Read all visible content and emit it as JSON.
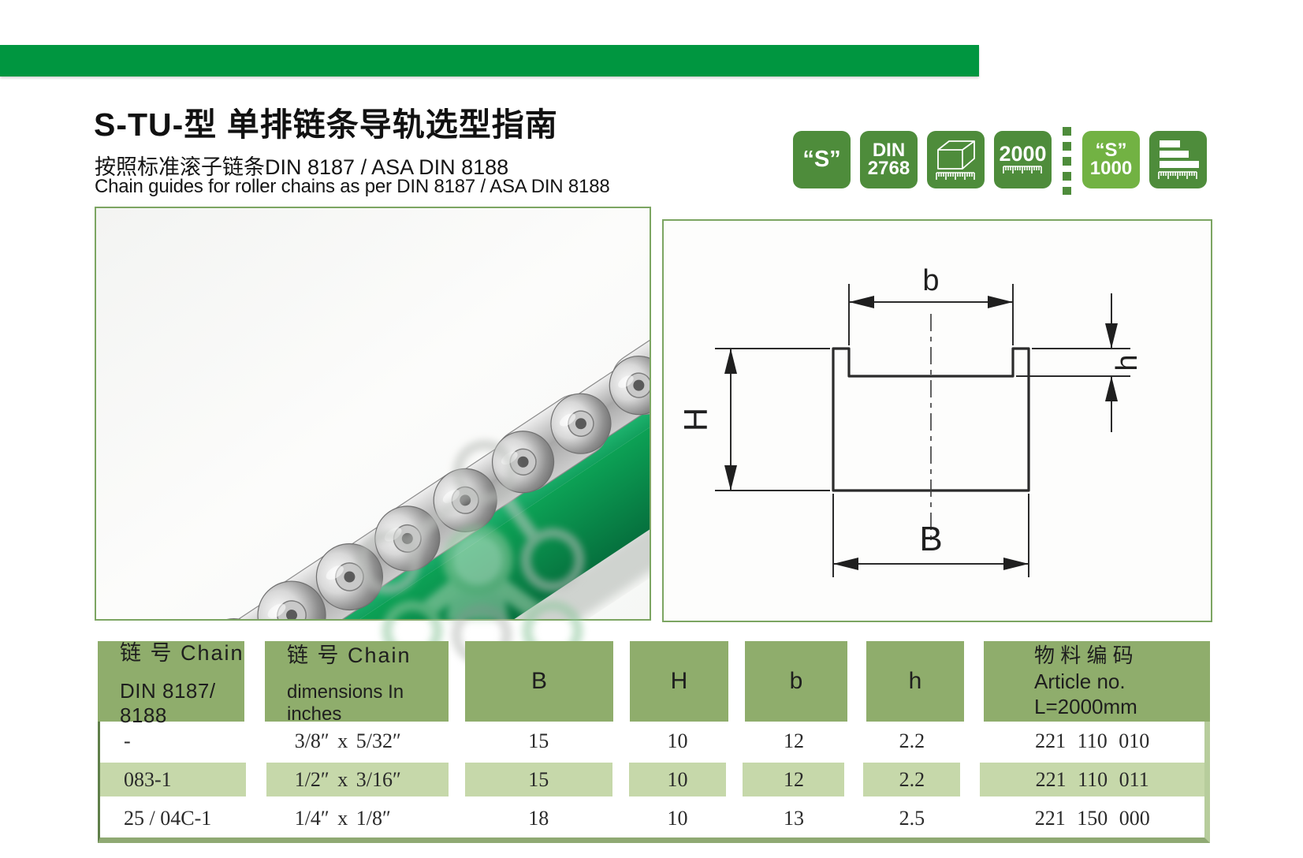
{
  "page": {
    "title": "S-TU-型 单排链条导轨选型指南",
    "subtitle_cn": "按照标准滚子链条DIN 8187 / ASA DIN 8188",
    "subtitle_en": "Chain guides for roller chains as per DIN 8187 / ASA DIN 8188"
  },
  "badges": {
    "s_label": "“S”",
    "din_line1": "DIN",
    "din_line2": "2768",
    "length_label": "2000",
    "s1000_line1": "“S”",
    "s1000_line2": "1000"
  },
  "diagram": {
    "dim_inner_width": "b",
    "dim_lip_depth": "h",
    "dim_height": "H",
    "dim_outer_width": "B"
  },
  "table": {
    "header": {
      "col1_line1": "链 号 Chain",
      "col1_line2": "DIN 8187/ 8188",
      "col2_line1": "链 号 Chain",
      "col2_line2": "dimensions In inches",
      "col3": "B",
      "col4": "H",
      "col5": "b",
      "col6": "h",
      "col7_line1": "物 料 编 码",
      "col7_line2": "Article no.",
      "col7_line3": "L=2000mm"
    },
    "rows": [
      {
        "chain_no": "-",
        "dimensions": "3/8″ x 5/32″",
        "B": "15",
        "H": "10",
        "b": "12",
        "h": "2.2",
        "article_no": "221 110 010"
      },
      {
        "chain_no": "083-1",
        "dimensions": "1/2″ x 3/16″",
        "B": "15",
        "H": "10",
        "b": "12",
        "h": "2.2",
        "article_no": "221 110 011"
      },
      {
        "chain_no": "25 / 04C-1",
        "dimensions": "1/4″ x 1/8″",
        "B": "18",
        "H": "10",
        "b": "13",
        "h": "2.5",
        "article_no": "221 150 000"
      }
    ]
  },
  "colors": {
    "accent_green": "#009640",
    "badge_green": "#4E8C3B",
    "badge_light_green": "#72B243",
    "table_header_green": "#8FAD6C",
    "table_row_alt_green": "#C6D8AA",
    "rail_green": "#0E9E57"
  }
}
